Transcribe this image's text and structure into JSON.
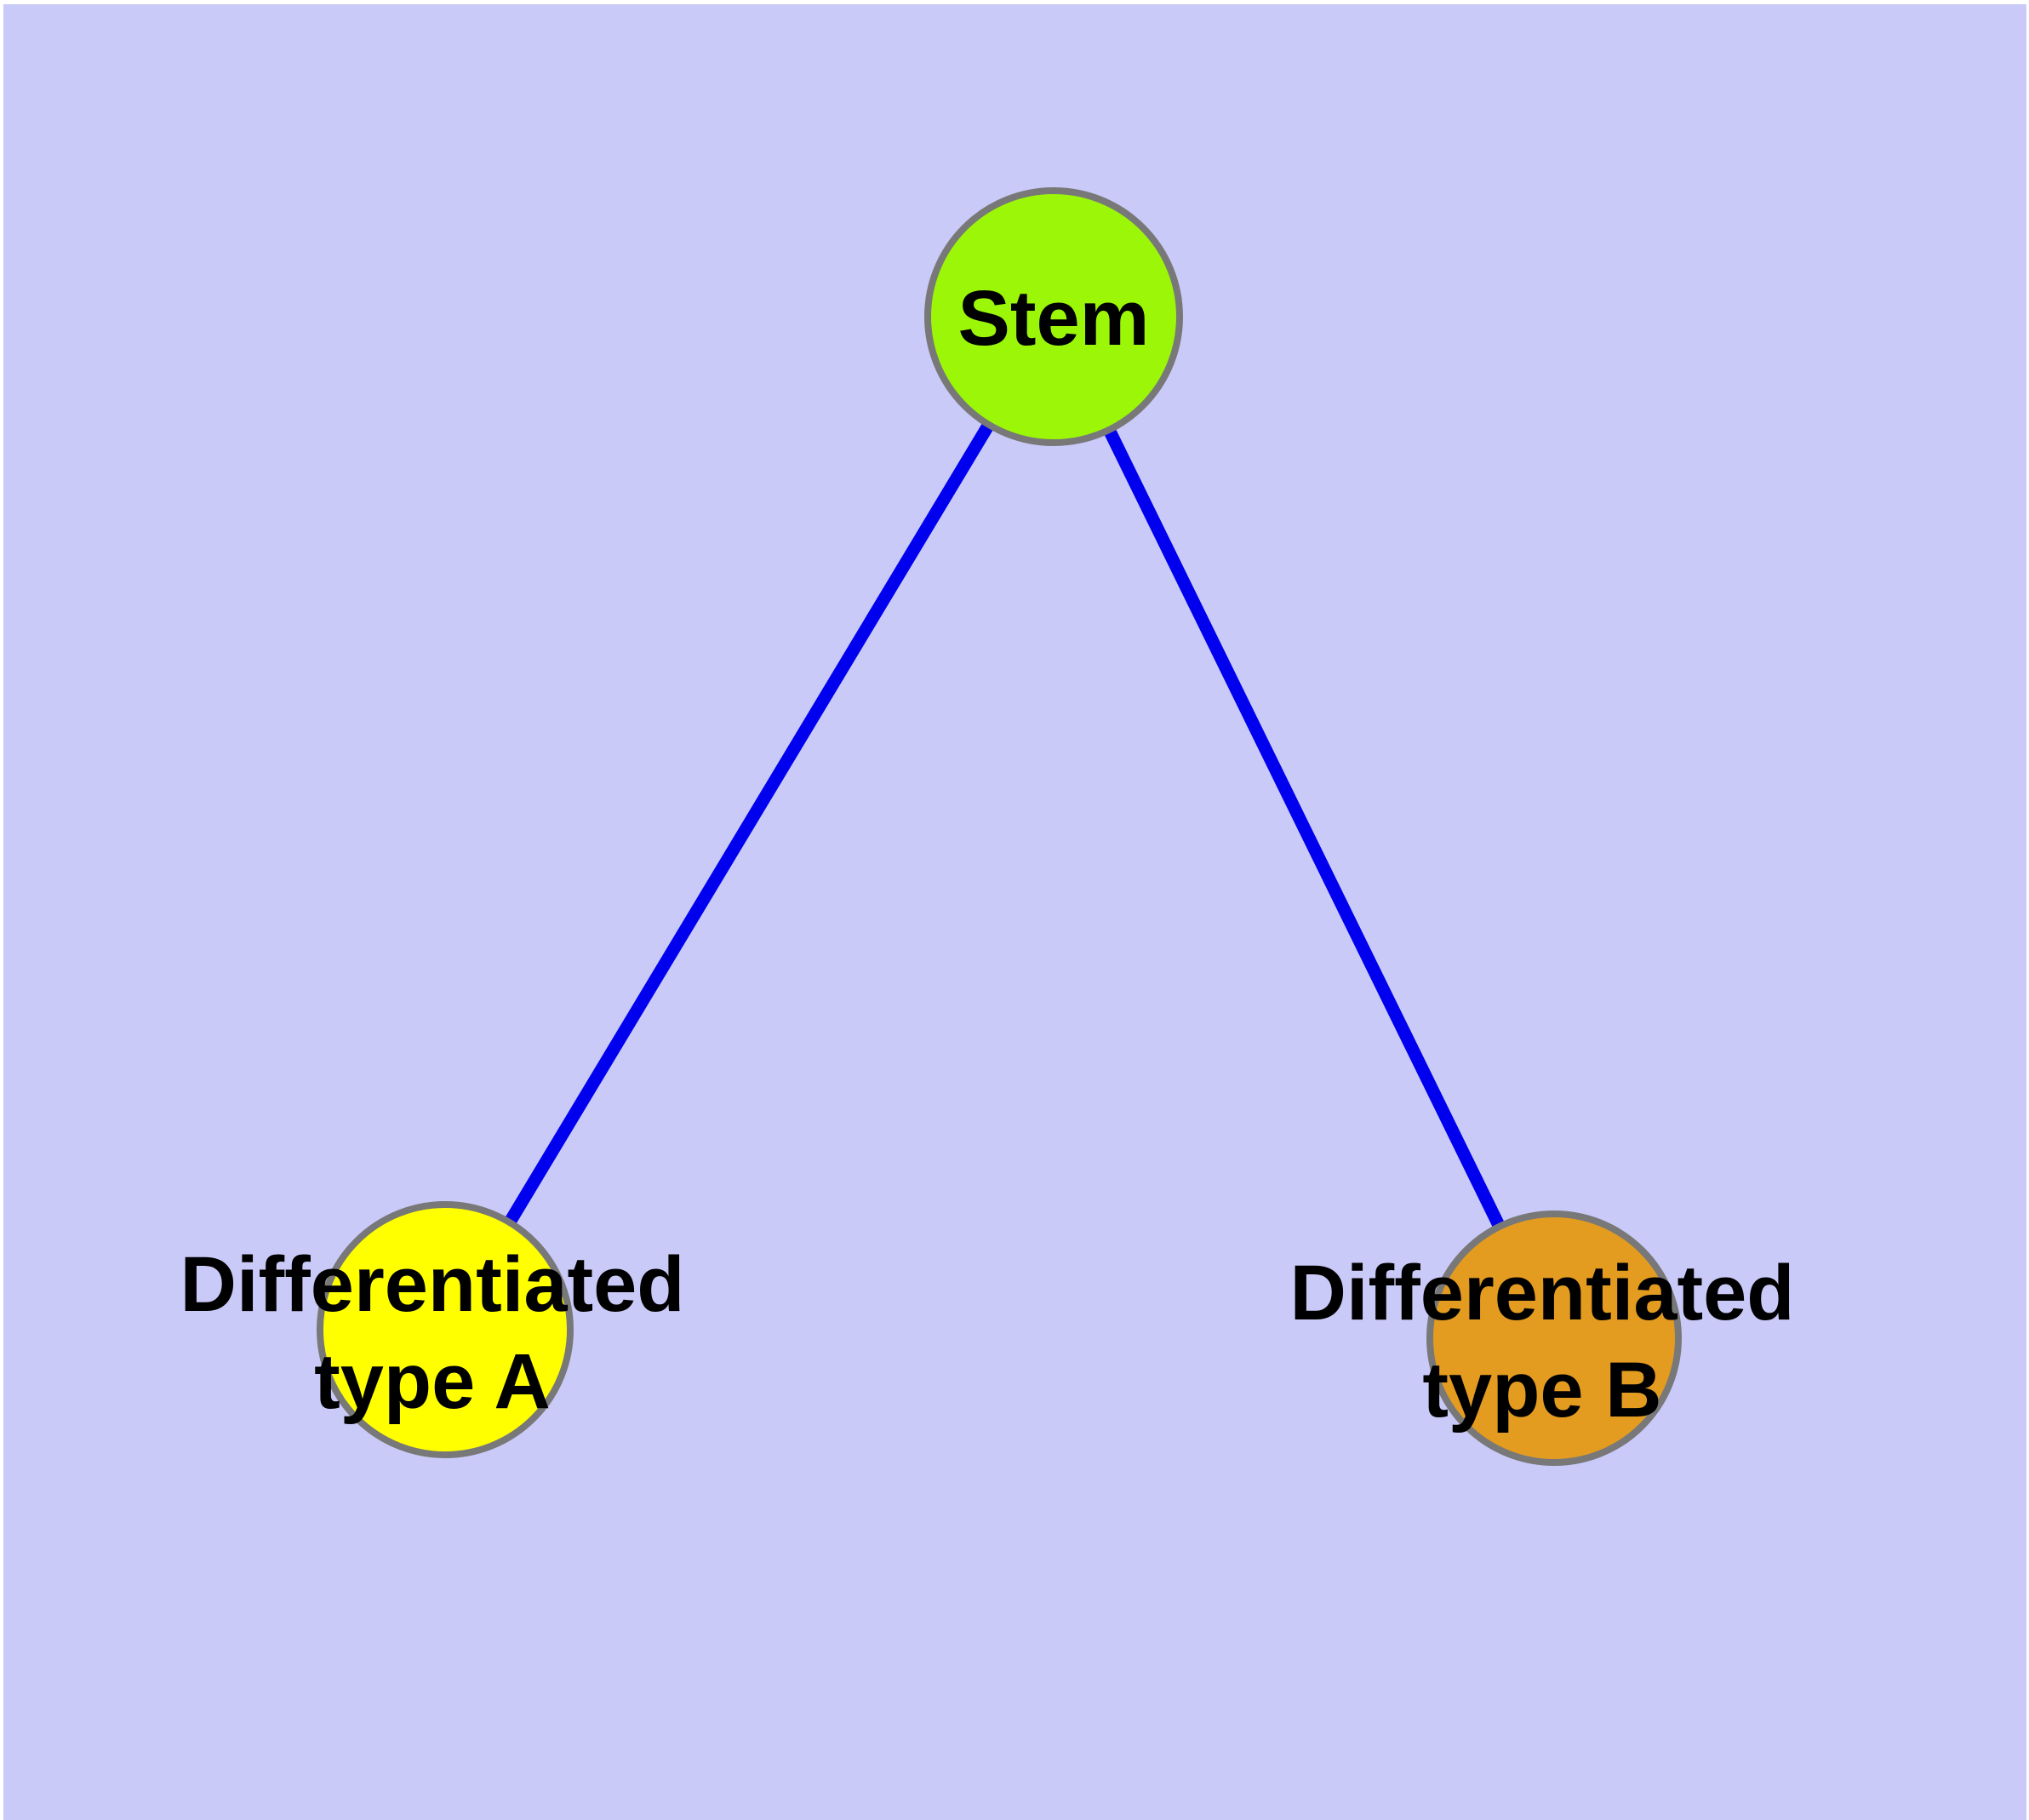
{
  "colors": {
    "page_background": "#ffffff",
    "canvas_background": "#cacaf8",
    "edge": "#0000ee",
    "node_border": "#787878",
    "label_text": "#000000",
    "stem_fill": "#9bf707",
    "type_a_fill": "#ffff00",
    "type_b_fill": "#e39c20"
  },
  "nodes": [
    {
      "id": "stem",
      "label": "Stem",
      "fill": "#9bf707"
    },
    {
      "id": "differentiated-type-a",
      "label_line1": "Differentiated",
      "label_line2": "type A",
      "fill": "#ffff00"
    },
    {
      "id": "differentiated-type-b",
      "label_line1": "Differentiated",
      "label_line2": "type B",
      "fill": "#e39c20"
    }
  ],
  "edges": [
    {
      "from": "stem",
      "to": "differentiated-type-a"
    },
    {
      "from": "stem",
      "to": "differentiated-type-b"
    }
  ]
}
